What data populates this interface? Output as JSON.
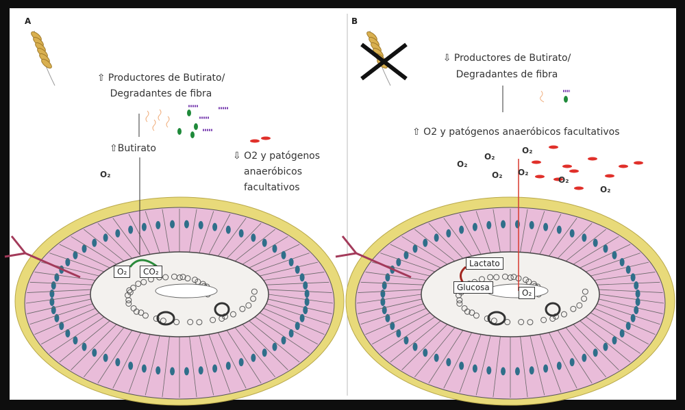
{
  "panel_a": {
    "label": "A",
    "producers_line1": "⇧ Productores de Butirato/",
    "producers_line2": "Degradantes de fibra",
    "butyrate": "⇧Butirato",
    "o2_pathogens_line1": "⇩ O2 y patógenos",
    "o2_pathogens_line2": "anaeróbicos",
    "o2_pathogens_line3": "facultativos",
    "o2_label": "O₂",
    "box_o2": "O₂",
    "box_co2": "CO₂"
  },
  "panel_b": {
    "label": "B",
    "producers_line1": "⇩ Productores de Butirato/",
    "producers_line2": "Degradantes de fibra",
    "o2_pathogens": "⇧ O2 y patógenos anaeróbicos facultativos",
    "o2_labels": [
      "O₂",
      "O₂",
      "O₂",
      "O₂",
      "O₂",
      "O₂",
      "O₂"
    ],
    "box_lactato": "Lactato",
    "box_glucosa": "Glucosa",
    "box_o2": "O₂"
  },
  "colors": {
    "outer": "#e8da7a",
    "epithelium": "#e9bcd9",
    "nucleus": "#2f6f8a",
    "pathogen": "#e0302a",
    "arrow_red": "#d8392f",
    "wheat": "#d9b050"
  }
}
